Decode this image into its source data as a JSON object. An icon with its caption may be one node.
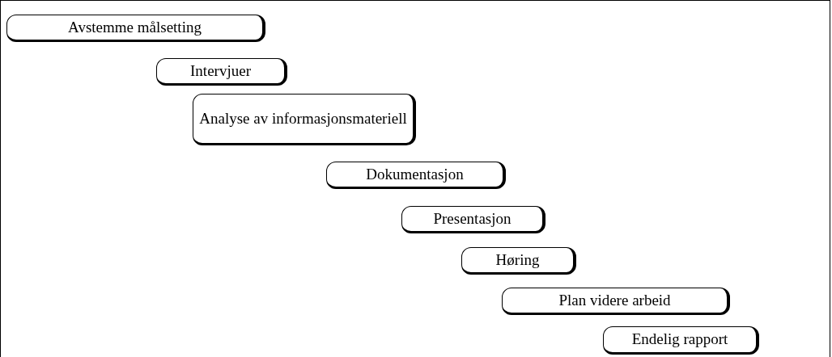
{
  "diagram": {
    "nodes": [
      {
        "text": [
          "Avstemme målsetting"
        ]
      },
      {
        "text": [
          "Intervjuer"
        ]
      },
      {
        "text": [
          "Analyse av informasjonsmateriell"
        ]
      },
      {
        "text": [
          "Dokumentasjon"
        ]
      },
      {
        "text": [
          "Presentasjon"
        ]
      },
      {
        "text": [
          "Høring"
        ]
      },
      {
        "text": [
          "Plan videre arbeid"
        ]
      },
      {
        "text": [
          "Endelig rapport"
        ]
      }
    ]
  }
}
